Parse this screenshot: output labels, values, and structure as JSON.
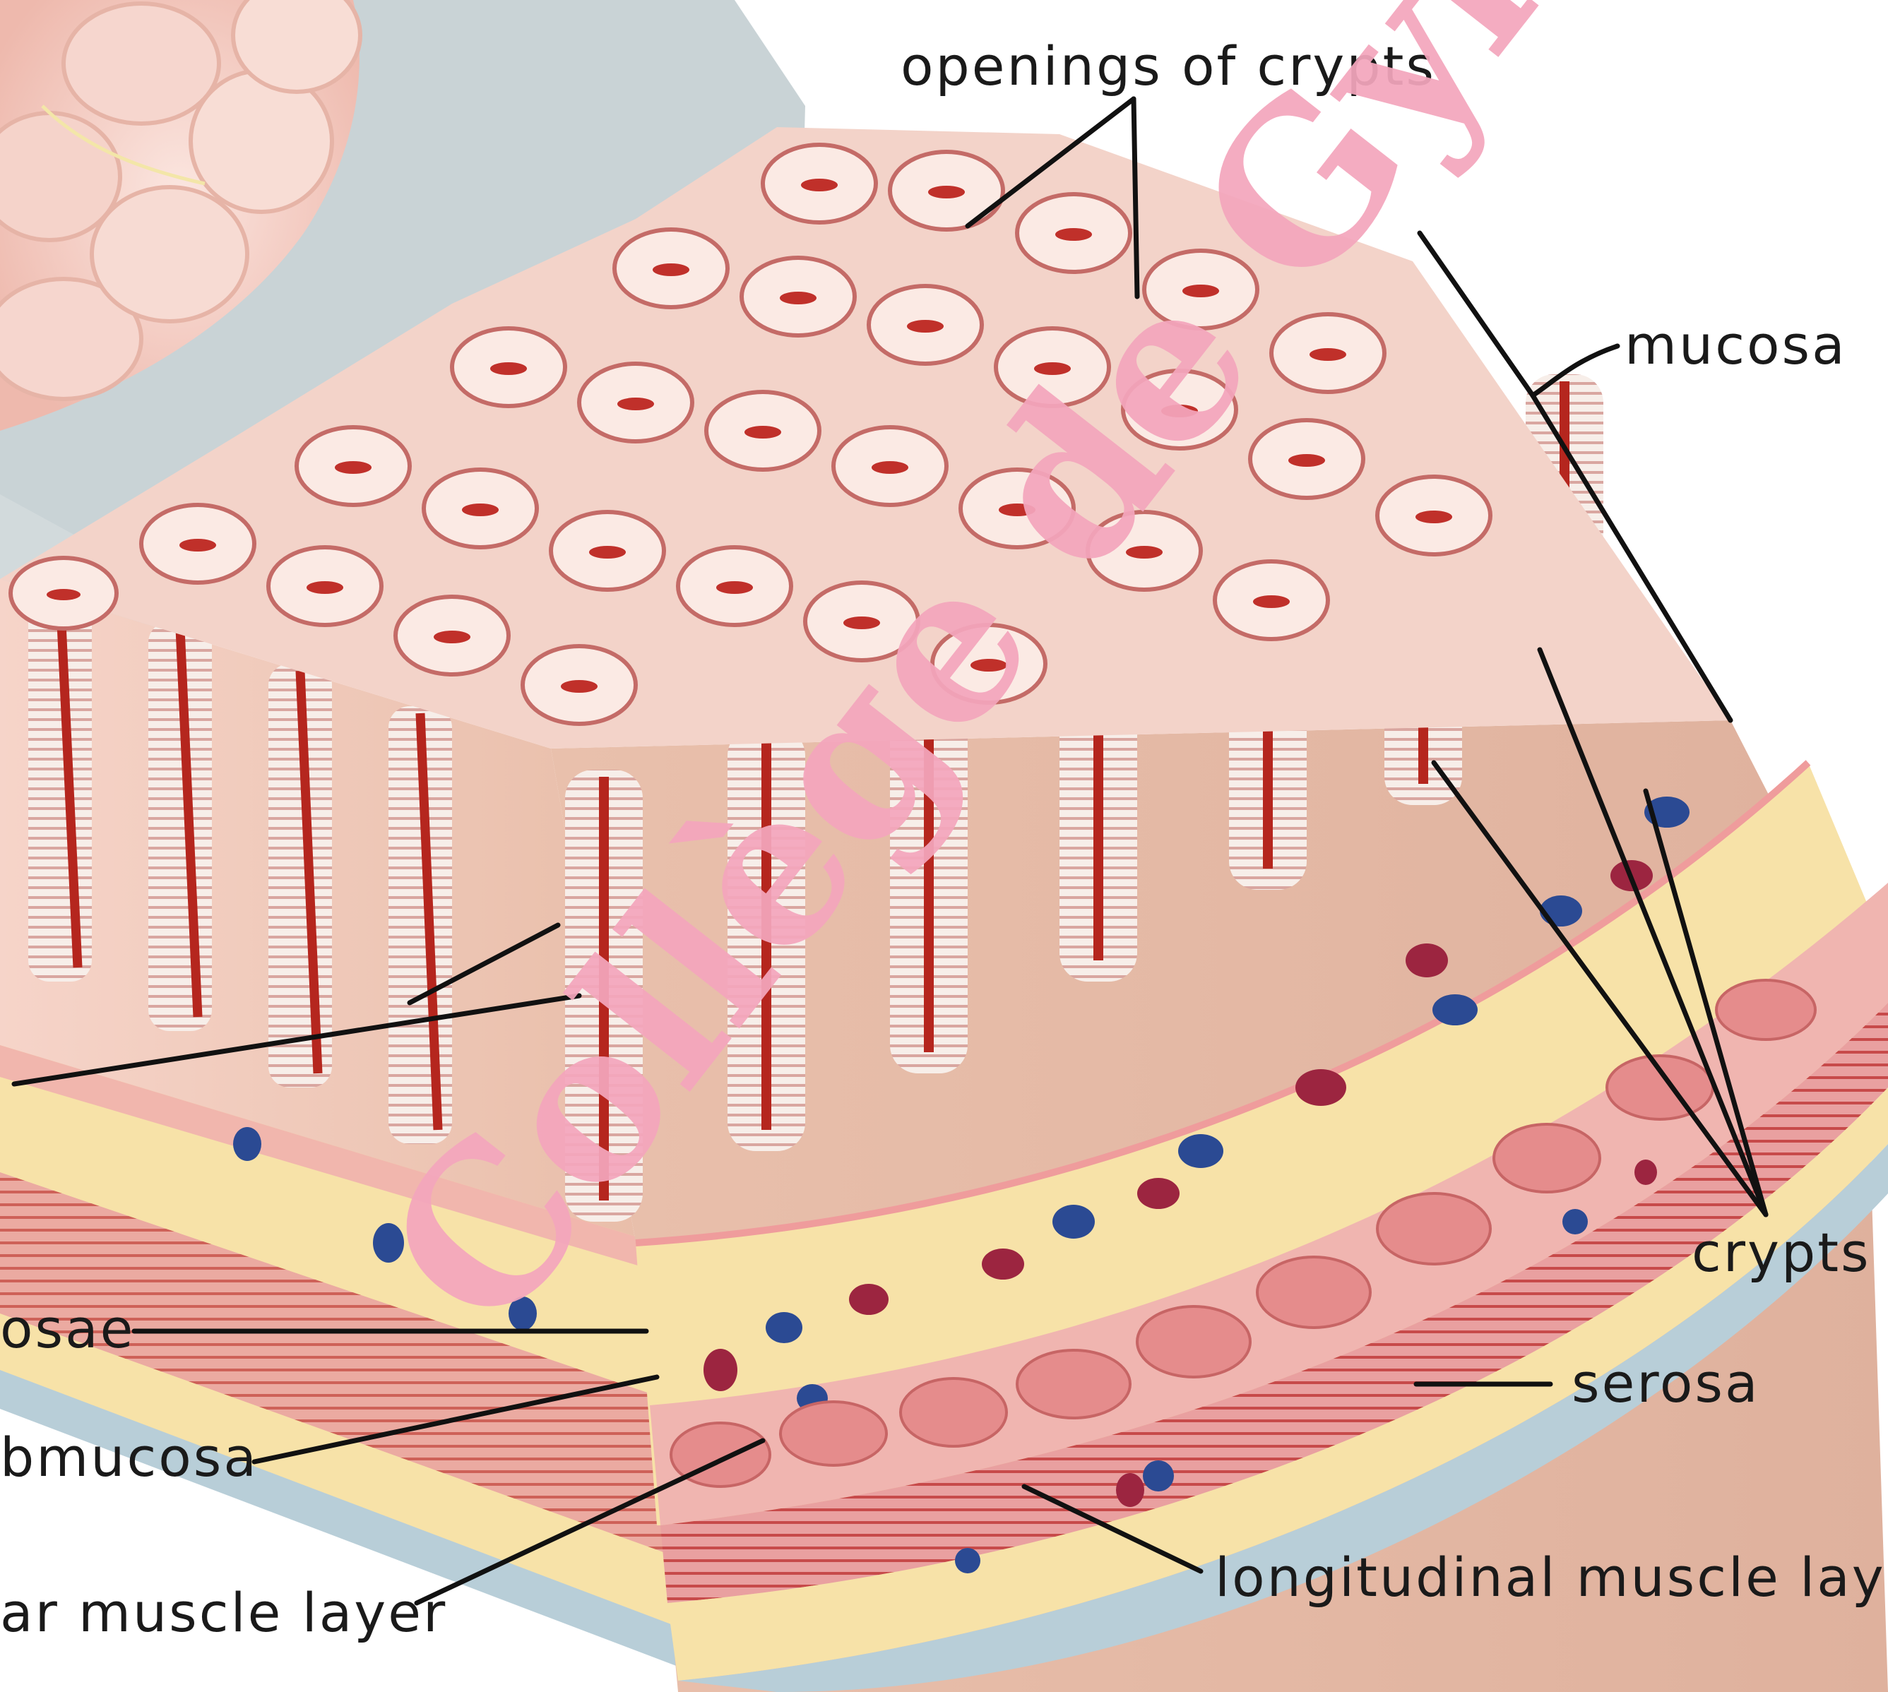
{
  "labels": {
    "openings_of_crypts": "openings of crypts",
    "mucosa": "mucosa",
    "crypts": "crypts",
    "serosa": "serosa",
    "longitudinal_muscle_layer": "longitudinal muscle layer",
    "muscularis_mucosae_partial": "osae",
    "submucosa_partial": "bmucosa",
    "circular_muscle_layer_partial": "ar muscle layer"
  },
  "watermark": "Collège de Gynéco",
  "colors": {
    "background_gray": "#c9d3d6",
    "mucosa_pink": "#f2cfc6",
    "crypt_red": "#b5261e",
    "submucosa_cream": "#f7e2a8",
    "muscle_pink": "#e79a9a",
    "serosa_blue": "#b8ced8",
    "vessel_blue": "#2b4a93",
    "vessel_red": "#9c2540",
    "watermark_pink": "#f4a6bd"
  }
}
